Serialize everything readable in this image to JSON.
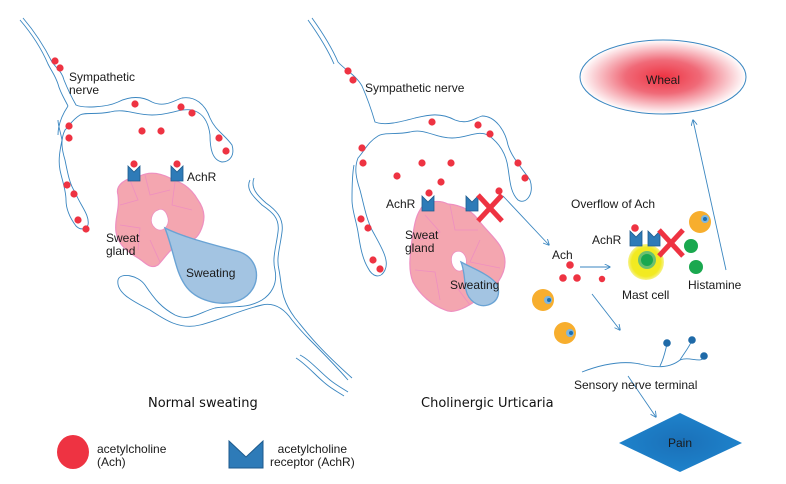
{
  "left_panel": {
    "caption": "Normal sweating",
    "nerve_label": "Sympathetic\nnerve",
    "nerve_label_line1": "Sympathetic",
    "nerve_label_line2": "nerve",
    "receptor_label": "AchR",
    "gland_label_line1": "Sweat",
    "gland_label_line2": "gland",
    "sweat_label": "Sweating"
  },
  "right_panel": {
    "caption": "Cholinergic Urticaria",
    "nerve_label": "Sympathetic nerve",
    "receptor_label": "AchR",
    "gland_label_line1": "Sweat",
    "gland_label_line2": "gland",
    "sweat_label": "Sweating",
    "ach_label": "Ach",
    "overflow_label": "Overflow of Ach",
    "mast_receptor_label": "AchR",
    "mast_cell_label": "Mast cell",
    "histamine_label": "Histamine",
    "wheal_label": "Wheal",
    "sensory_label": "Sensory nerve terminal",
    "pain_label": "Pain",
    "blocked_icon": "red-x-icon"
  },
  "legend": {
    "items": [
      {
        "icon": "acetylcholine-dot-icon",
        "line1": "acetylcholine",
        "line2": "(Ach)"
      },
      {
        "icon": "receptor-icon",
        "line1": "acetylcholine",
        "line2": "receptor (AchR)"
      }
    ]
  },
  "colors": {
    "ach": "#ee3342",
    "receptor": "#2e7bb8",
    "gland": "#f4a6b0",
    "gland_edge": "#ee8fc0",
    "sweat": "#a3c4e2",
    "nerve": "#3a86c0",
    "mast_cell": "#f0ea1a",
    "mast_core": "#1aa84f",
    "histamine": "#1aa84f",
    "orange_cell": "#f7ae2e",
    "wheal": "#ee3342",
    "pain": "#1a78c2"
  }
}
